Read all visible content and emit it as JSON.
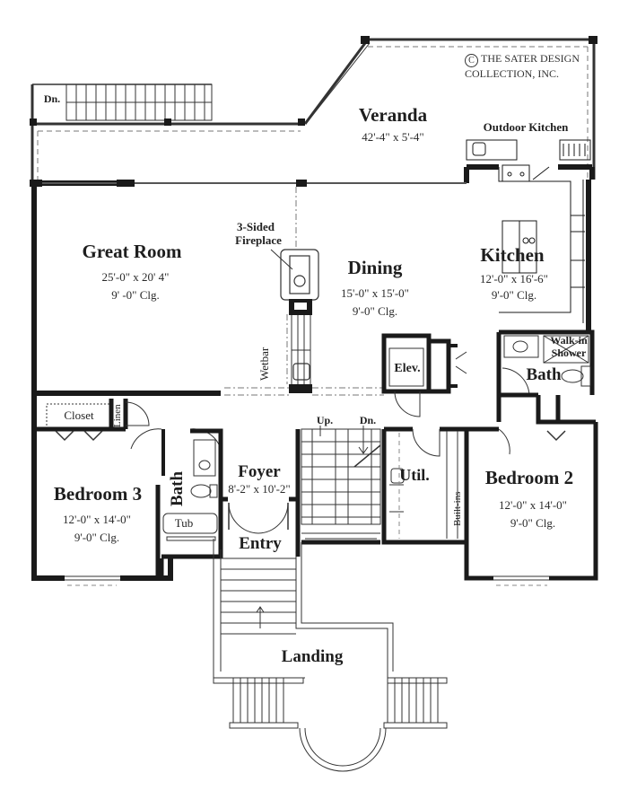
{
  "copyright": {
    "symbol": "C",
    "line1": "THE SATER DESIGN",
    "line2": "COLLECTION, INC."
  },
  "rooms": {
    "veranda": {
      "name": "Veranda",
      "dims": "42'-4\" x 5'-4\""
    },
    "outdoor_kitchen": {
      "name": "Outdoor Kitchen"
    },
    "great_room": {
      "name": "Great Room",
      "dims": "25'-0\" x 20' 4\"",
      "ceiling": "9' -0\"  Clg."
    },
    "fireplace": {
      "line1": "3-Sided",
      "line2": "Fireplace"
    },
    "dining": {
      "name": "Dining",
      "dims": "15'-0\" x 15'-0\"",
      "ceiling": "9'-0\"  Clg."
    },
    "kitchen": {
      "name": "Kitchen",
      "dims": "12'-0\" x 16'-6\"",
      "ceiling": "9'-0\"  Clg."
    },
    "walk_in_shower": {
      "line1": "Walk-in",
      "line2": "Shower"
    },
    "master_bath": {
      "name": "Bath"
    },
    "elevator": {
      "name": "Elev."
    },
    "wetbar": {
      "name": "Wetbar"
    },
    "closet": {
      "name": "Closet"
    },
    "linen": {
      "name": "Linen"
    },
    "bedroom3": {
      "name": "Bedroom 3",
      "dims": "12'-0\" x 14'-0\"",
      "ceiling": "9'-0\"  Clg."
    },
    "bath2": {
      "name": "Bath"
    },
    "tub": {
      "name": "Tub"
    },
    "foyer": {
      "name": "Foyer",
      "dims": "8'-2\" x 10'-2\""
    },
    "entry": {
      "name": "Entry"
    },
    "util": {
      "name": "Util."
    },
    "builtins": {
      "name": "Built-ins"
    },
    "bedroom2": {
      "name": "Bedroom 2",
      "dims": "12'-0\" x 14'-0\"",
      "ceiling": "9'-0\"  Clg."
    },
    "landing": {
      "name": "Landing"
    }
  },
  "stairs": {
    "veranda_down": "Dn.",
    "interior_up": "Up.",
    "interior_down": "Dn."
  },
  "colors": {
    "wall": "#1a1a1a",
    "line": "#333333",
    "dashed": "#777777",
    "background": "#ffffff"
  }
}
